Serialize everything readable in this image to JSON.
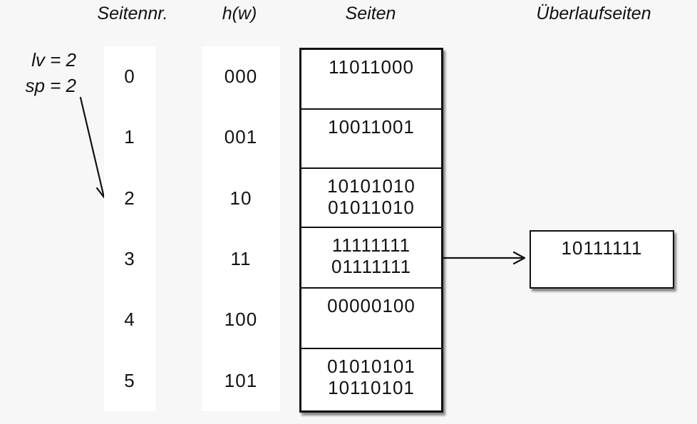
{
  "colors": {
    "background": "#f7f7f7",
    "ink": "#111111",
    "panel": "#ffffff"
  },
  "headers": {
    "page_number": "Seitennr.",
    "hash": "h(w)",
    "pages": "Seiten",
    "overflow": "Überlaufseiten"
  },
  "annotation": {
    "line1": "lv = 2",
    "line2": "sp = 2",
    "points_to_row": "2"
  },
  "pages": {
    "rows": [
      {
        "nr": "0",
        "hash": "000",
        "entries": [
          "11011000"
        ]
      },
      {
        "nr": "1",
        "hash": "001",
        "entries": [
          "10011001"
        ]
      },
      {
        "nr": "2",
        "hash": "10",
        "entries": [
          "10101010",
          "01011010"
        ]
      },
      {
        "nr": "3",
        "hash": "11",
        "entries": [
          "11111111",
          "01111111"
        ]
      },
      {
        "nr": "4",
        "hash": "100",
        "entries": [
          "00000100"
        ]
      },
      {
        "nr": "5",
        "hash": "101",
        "entries": [
          "01010101",
          "10110101"
        ]
      }
    ]
  },
  "overflow_pages": {
    "entries": [
      "10111111"
    ],
    "linked_from_row": "3"
  }
}
